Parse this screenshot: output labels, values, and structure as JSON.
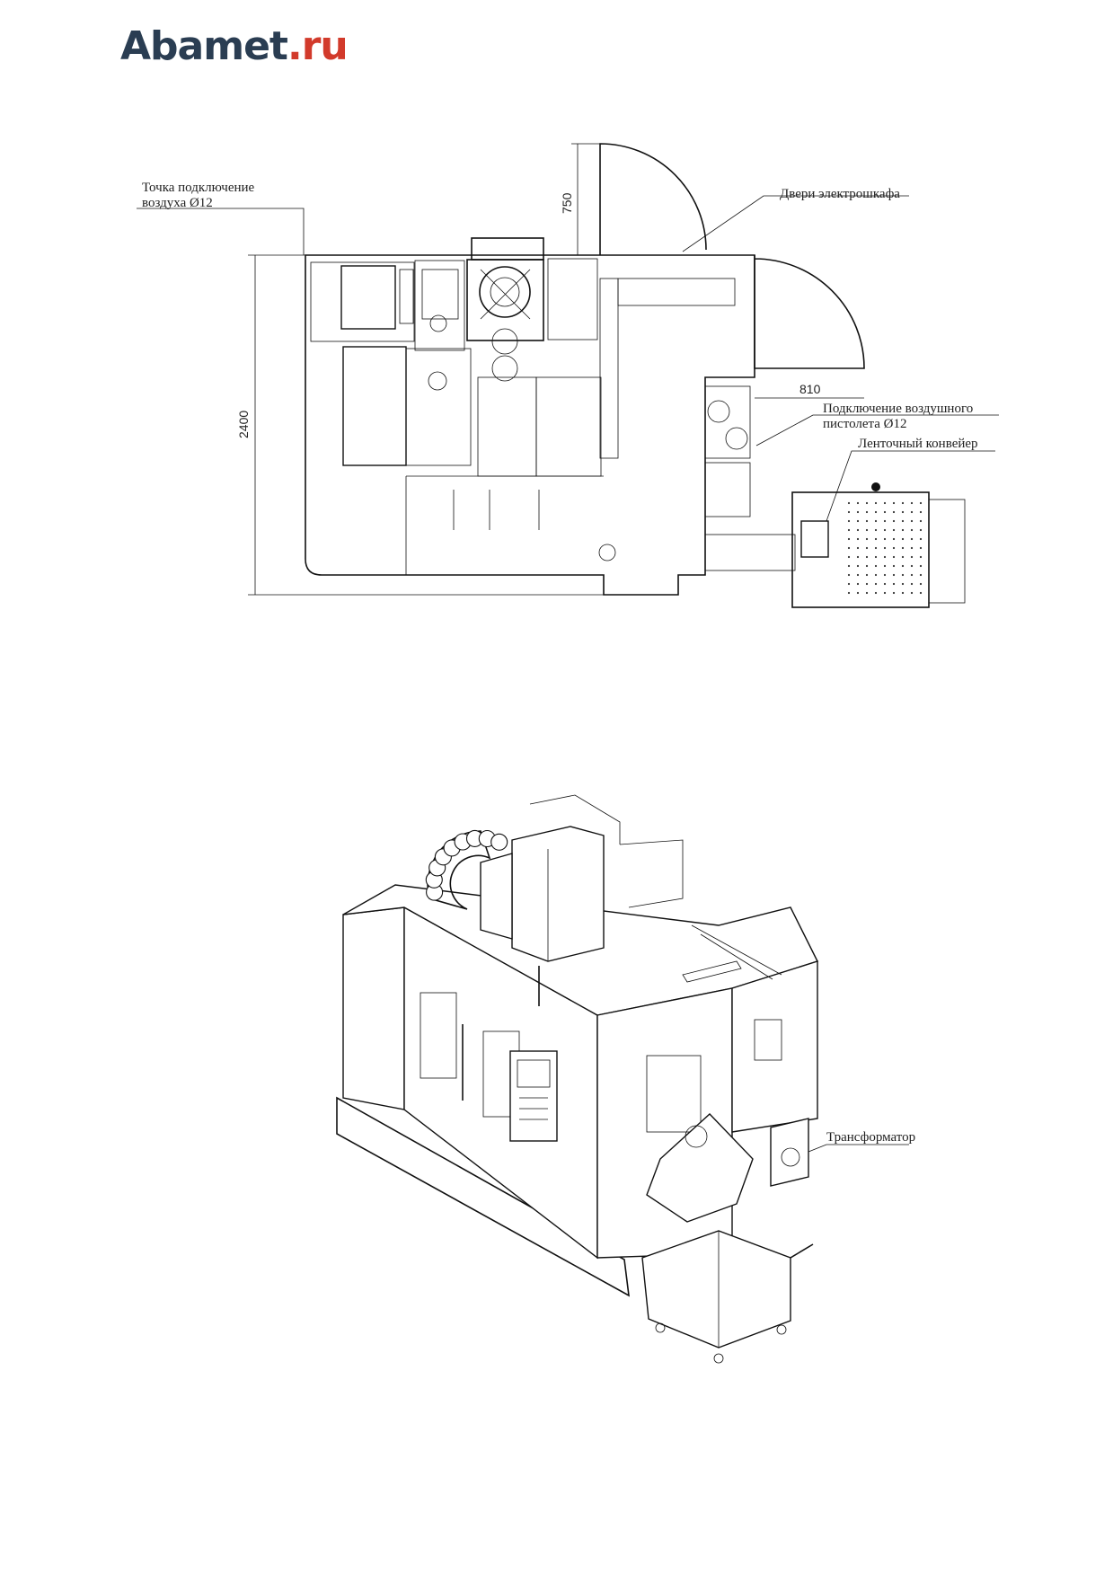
{
  "logo": {
    "brand": "Abamet",
    "dot": ".",
    "tld": "ru"
  },
  "plan": {
    "dim_width": "2400",
    "dim_door": "750",
    "dim_cabinet": "810",
    "labels": {
      "air_point_1": "Точка подключение",
      "air_point_2": "воздуха Ø12",
      "cabinet_doors": "Двери электрошкафа",
      "air_gun_1": "Подключение воздушного",
      "air_gun_2": "пистолета Ø12",
      "conveyor": "Ленточный конвейер"
    }
  },
  "iso": {
    "labels": {
      "transformer": "Трансформатор"
    }
  }
}
